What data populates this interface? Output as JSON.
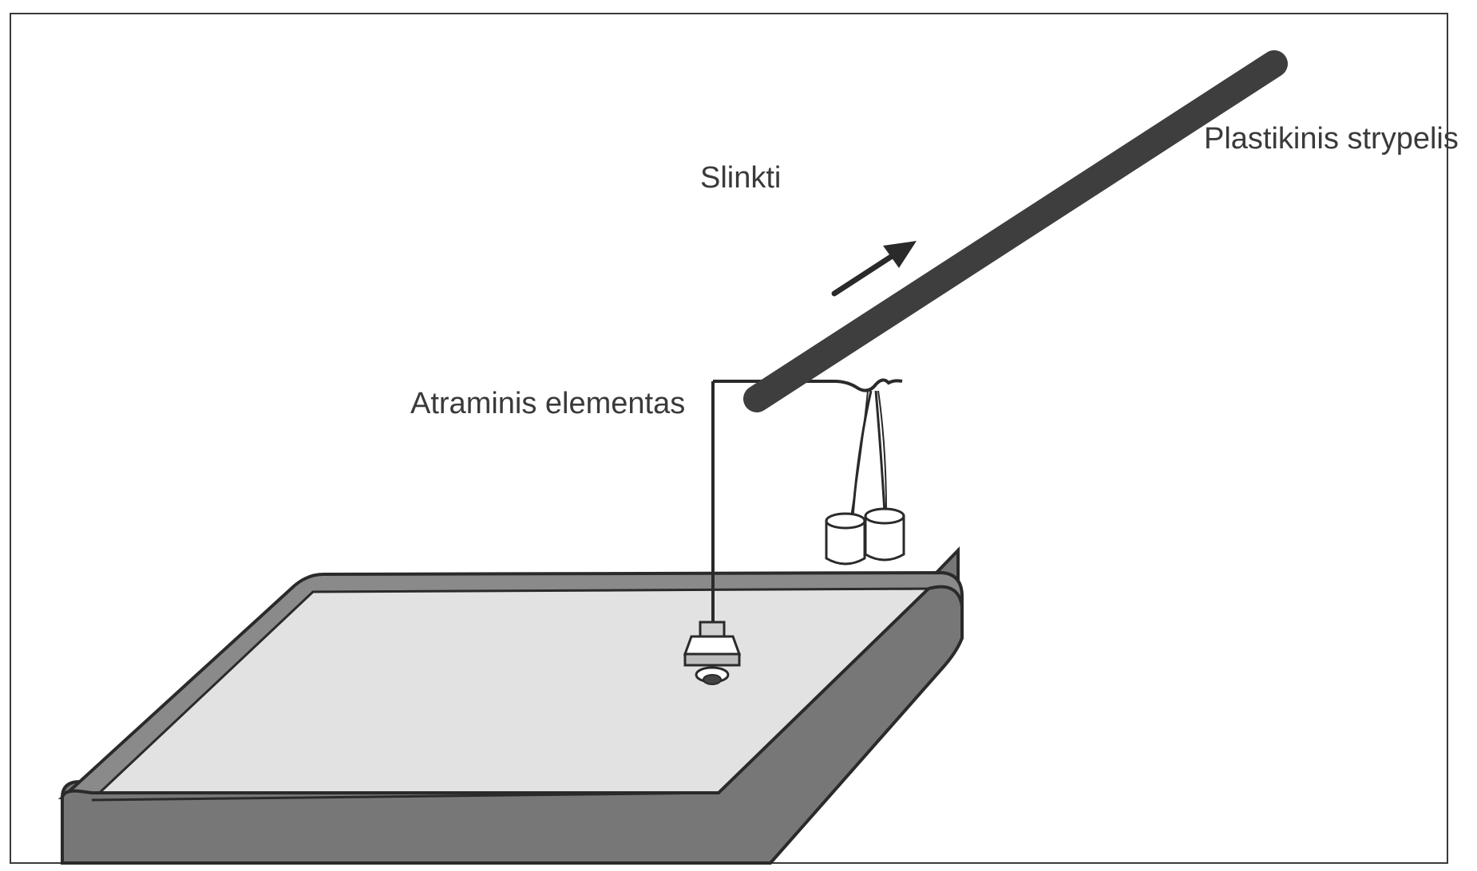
{
  "labels": {
    "motion": "Slinkti",
    "rod": "Plastikinis strypelis",
    "support": "Atraminis elementas"
  },
  "colors": {
    "frame": "#3a3a3a",
    "rod": "#3e3e3e",
    "table_top": "#e2e2e2",
    "table_side": "#777777",
    "table_outline": "#2a2a2a",
    "text": "#3a3a3a"
  },
  "icons": {
    "arrow": "arrow-up-right-icon",
    "weights": "cylinder-weights-icon",
    "base": "support-base-icon"
  }
}
